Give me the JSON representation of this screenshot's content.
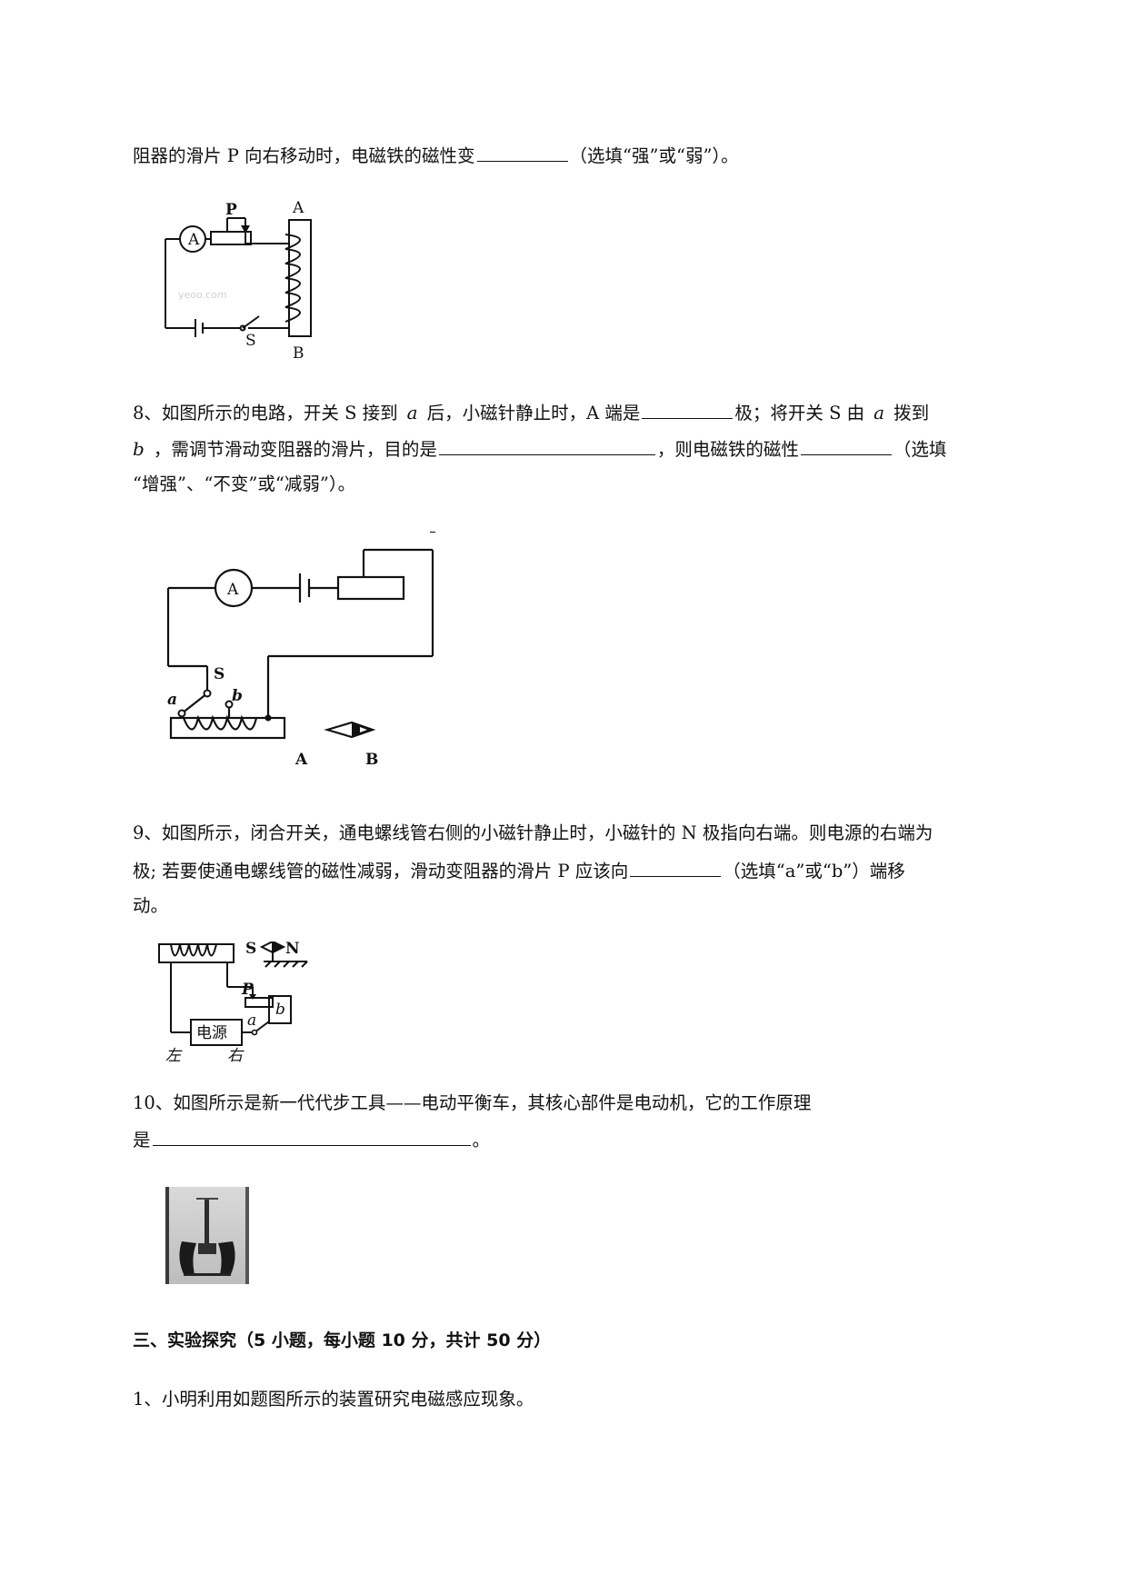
{
  "q7_tail": {
    "text1": "阻器的滑片 P 向右移动时，电磁铁的磁性变",
    "text2": "（选填“强”或“弱”）。"
  },
  "fig7": {
    "label_A": "A",
    "label_P": "P",
    "label_top": "A",
    "label_bottom": "B",
    "label_S": "S",
    "watermark": "yeoo.com"
  },
  "q8": {
    "l1_a": "8、如图所示的电路，开关 S 接到",
    "var_a": "a",
    "l1_b": "后，小磁针静止时，A 端是",
    "l1_c": "极；将开关 S 由",
    "l1_d": "拨到",
    "var_b": "b",
    "l2_a": "，需调节滑动变阻器的滑片，目的是",
    "l2_b": "，则电磁铁的磁性",
    "l2_c": "（选填",
    "l3": "“增强”、“不变”或“减弱”）。"
  },
  "fig8": {
    "label_A": "A",
    "label_S": "S",
    "label_a": "a",
    "label_b": "b",
    "label_end_A": "A",
    "label_end_B": "B"
  },
  "q9": {
    "l1": "9、如图所示，闭合开关，通电螺线管右侧的小磁针静止时，小磁针的 N 极指向右端。则电源的右端为",
    "l2_a": "极; 若要使通电螺线管的磁性减弱，滑动变阻器的滑片 P 应该向",
    "l2_b": "（选填“a”或“b”）端移",
    "l3": "动。"
  },
  "fig9": {
    "label_S": "S",
    "label_N": "N",
    "label_P": "P",
    "label_a": "a",
    "label_b": "b",
    "label_source": "电源",
    "label_left": "左",
    "label_right": "右"
  },
  "q10": {
    "l1": "10、如图所示是新一代代步工具——电动平衡车，其核心部件是电动机，它的工作原理",
    "l2_a": "是",
    "l2_b": "。"
  },
  "section3": {
    "title": "三、实验探究（5 小题，每小题 10 分，共计 50 分）"
  },
  "exp1": {
    "text": "1、小明利用如题图所示的装置研究电磁感应现象。"
  }
}
